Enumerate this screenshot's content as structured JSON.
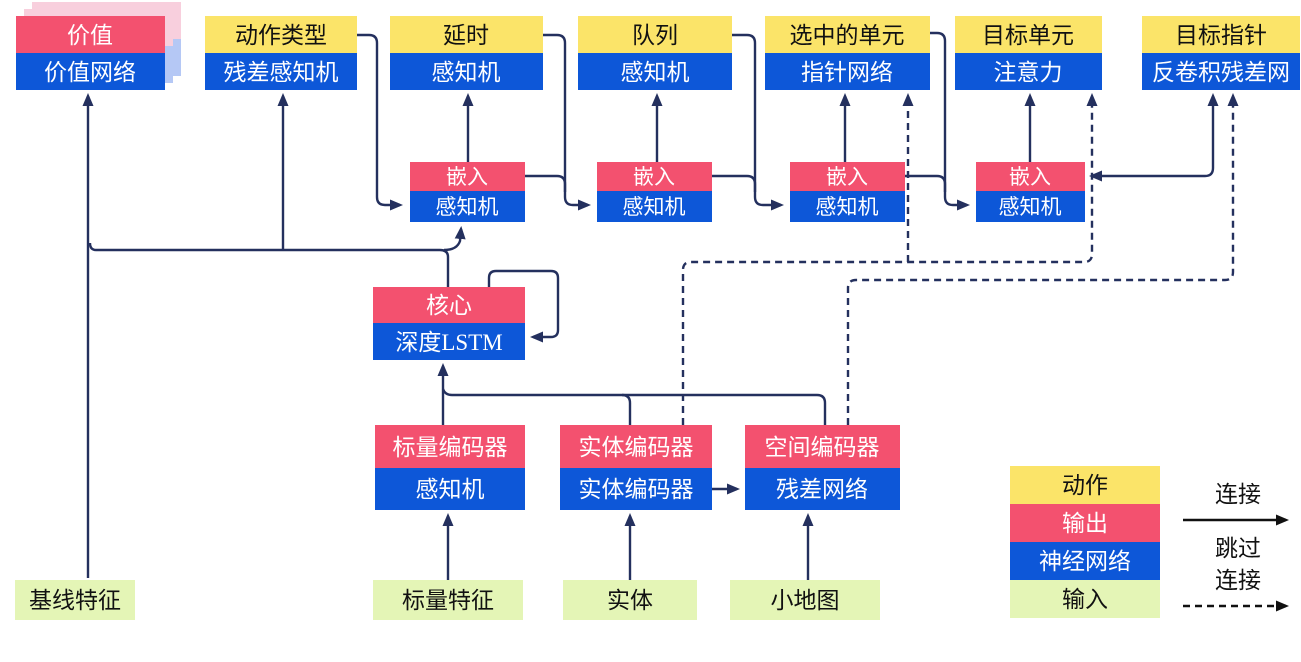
{
  "palette": {
    "action_yellow": "#FBE469",
    "output_red": "#F3516F",
    "network_blue": "#0D57D8",
    "input_green": "#E4F5B6",
    "connector_navy": "#24305E",
    "value_shadow_pink": "#F8CFDD",
    "value_shadow_blue": "#B5C8F5"
  },
  "nodes": {
    "value": {
      "title": "价值",
      "subtitle": "价值网络"
    },
    "action_type": {
      "title": "动作类型",
      "subtitle": "残差感知机"
    },
    "delay": {
      "title": "延时",
      "subtitle": "感知机"
    },
    "queue": {
      "title": "队列",
      "subtitle": "感知机"
    },
    "selected_units": {
      "title": "选中的单元",
      "subtitle": "指针网络"
    },
    "target_unit": {
      "title": "目标单元",
      "subtitle": "注意力"
    },
    "target_pointer": {
      "title": "目标指针",
      "subtitle": "反卷积残差网"
    },
    "embed1": {
      "title": "嵌入",
      "subtitle": "感知机"
    },
    "embed2": {
      "title": "嵌入",
      "subtitle": "感知机"
    },
    "embed3": {
      "title": "嵌入",
      "subtitle": "感知机"
    },
    "embed4": {
      "title": "嵌入",
      "subtitle": "感知机"
    },
    "core": {
      "title": "核心",
      "subtitle": "深度LSTM"
    },
    "scalar_encoder": {
      "title": "标量编码器",
      "subtitle": "感知机"
    },
    "entity_encoder": {
      "title": "实体编码器",
      "subtitle": "实体编码器"
    },
    "spatial_encoder": {
      "title": "空间编码器",
      "subtitle": "残差网络"
    },
    "baseline_features": {
      "label": "基线特征"
    },
    "scalar_features": {
      "label": "标量特征"
    },
    "entity": {
      "label": "实体"
    },
    "minimap": {
      "label": "小地图"
    }
  },
  "legend": {
    "action": "动作",
    "output": "输出",
    "network": "神经网络",
    "input": "输入",
    "connection": "连接",
    "skip_line1": "跳过",
    "skip_line2": "连接"
  }
}
